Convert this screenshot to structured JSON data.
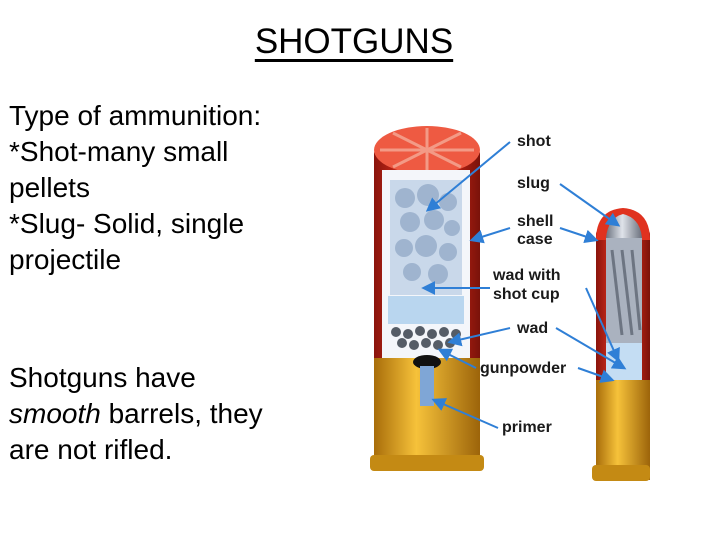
{
  "slide": {
    "title": "SHOTGUNS",
    "block1": {
      "lines": [
        "Type of ammunition:",
        "*Shot-many small",
        "pellets",
        "*Slug- Solid, single",
        "projectile"
      ]
    },
    "block2": {
      "line1": "Shotguns have",
      "line2_emphasis": "smooth",
      "line2_rest": " barrels, they",
      "line3": "are not rifled."
    }
  },
  "diagram": {
    "labels": {
      "shot": "shot",
      "slug": "slug",
      "shell_case_1": "shell",
      "shell_case_2": "case",
      "wad_shot_cup_1": "wad with",
      "wad_shot_cup_2": "shot cup",
      "wad": "wad",
      "gunpowder": "gunpowder",
      "primer": "primer"
    },
    "colors": {
      "shell_red": "#d42a1c",
      "brass": "#e8a818",
      "arrow_blue": "#2f7fd6",
      "slug_grey": "#9aa0aa"
    }
  }
}
